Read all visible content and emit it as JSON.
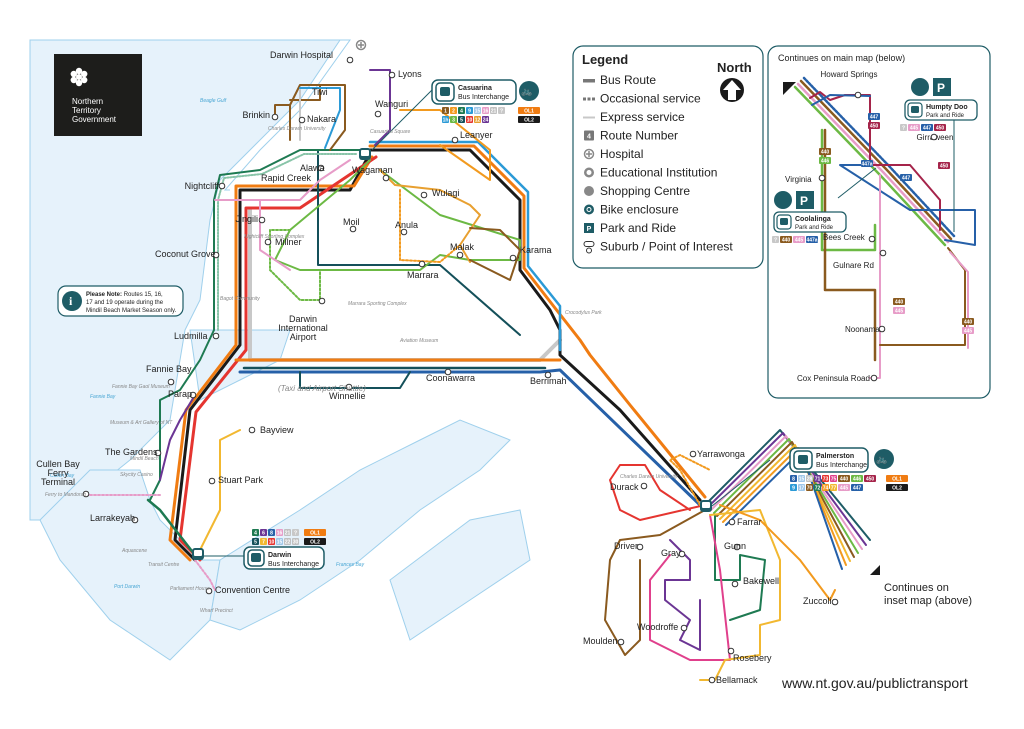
{
  "logo": {
    "line1": "Northern",
    "line2": "Territory",
    "line3": "Government"
  },
  "legend": {
    "title": "Legend",
    "north_label": "North",
    "items": [
      {
        "icon": "bus-route-line",
        "label": "Bus Route"
      },
      {
        "icon": "occasional-service-dots",
        "label": "Occasional service"
      },
      {
        "icon": "express-service-line",
        "label": "Express service"
      },
      {
        "icon": "route-number-badge",
        "label": "Route Number",
        "badge": "4"
      },
      {
        "icon": "hospital-icon",
        "label": "Hospital"
      },
      {
        "icon": "education-icon",
        "label": "Educational Institution"
      },
      {
        "icon": "shopping-icon",
        "label": "Shopping Centre"
      },
      {
        "icon": "bike-enclosure-icon",
        "label": "Bike enclosure"
      },
      {
        "icon": "park-and-ride-icon",
        "label": "Park and Ride",
        "badge": "P"
      },
      {
        "icon": "suburb-stop-icon",
        "label": "Suburb / Point of Interest"
      }
    ]
  },
  "inset": {
    "title": "Continues on main map (below)",
    "places": [
      "Howard Springs",
      "Girraween",
      "Virginia",
      "Bees Creek",
      "Gulnare Rd",
      "Noonamah",
      "Cox Peninsula Road"
    ],
    "humpty_doo": {
      "name": "Humpty Doo",
      "sub": "Park and Ride",
      "routes": [
        "?",
        "445",
        "447",
        "450"
      ]
    },
    "coolalinga": {
      "name": "Coolalinga",
      "sub": "Park and Ride",
      "routes": [
        "?",
        "440",
        "445",
        "447a"
      ]
    },
    "route_labels": {
      "r447": "447",
      "r450": "450",
      "r440": "440",
      "r445": "445",
      "r447a": "447a",
      "r446": "446"
    }
  },
  "interchanges": {
    "casuarina": {
      "name": "Casuarina",
      "sub": "Bus Interchange",
      "routes_row1": [
        "1",
        "2",
        "4",
        "9",
        "15",
        "16",
        "21",
        "?"
      ],
      "routes_row2": [
        "1h",
        "3",
        "5",
        "10",
        "12",
        "24"
      ],
      "express": [
        "OL1",
        "OL2"
      ]
    },
    "darwin": {
      "name": "Darwin",
      "sub": "Bus Interchange",
      "routes_row1": [
        "4",
        "6",
        "8",
        "16",
        "21",
        "?"
      ],
      "routes_row2": [
        "5",
        "7",
        "10",
        "15",
        "22",
        "30"
      ],
      "express": [
        "OL1",
        "OL2"
      ]
    },
    "palmerston": {
      "name": "Palmerston",
      "sub": "Bus Interchange",
      "routes_row1": [
        "8",
        "15",
        "28",
        "71",
        "73",
        "75",
        "440",
        "446",
        "450"
      ],
      "routes_row2": [
        "9",
        "17",
        "70",
        "72",
        "74",
        "77",
        "445",
        "447"
      ],
      "express": [
        "OL1",
        "OL2"
      ]
    }
  },
  "note": {
    "title": "Please Note:",
    "text_line1": "Routes 15, 16,",
    "text_line2": "17 and 19 operate during the",
    "text_line3": "Mindil Beach Market Season only."
  },
  "suburbs": {
    "darwin_hospital": "Darwin Hospital",
    "lyons": "Lyons",
    "tiwi": "Tiwi",
    "brinkin": "Brinkin",
    "nakara": "Nakara",
    "wanguri": "Wanguri",
    "leanyer": "Leanyer",
    "nightcliff": "Nightcliff",
    "rapid_creek": "Rapid Creek",
    "alawa": "Alawa",
    "wagaman": "Wagaman",
    "wulagi": "Wulagi",
    "jingili": "Jingili",
    "moil": "Moil",
    "anula": "Anula",
    "malak": "Malak",
    "karama": "Karama",
    "marrara": "Marrara",
    "millner": "Millner",
    "coconut_grove": "Coconut Grove",
    "airport_1": "Darwin",
    "airport_2": "International",
    "airport_3": "Airport",
    "airport_4": "(Taxi and Airport Shuttle)",
    "ludmilla": "Ludmilla",
    "fannie_bay": "Fannie Bay",
    "parap": "Parap",
    "winnellie": "Winnellie",
    "coonawarra": "Coonawarra",
    "berrimah": "Berrimah",
    "the_gardens": "The Gardens",
    "cullen_bay_1": "Cullen Bay",
    "cullen_bay_2": "Ferry",
    "cullen_bay_3": "Terminal",
    "bayview": "Bayview",
    "stuart_park": "Stuart Park",
    "larrakeyah": "Larrakeyah",
    "convention_centre": "Convention Centre",
    "yarrawonga": "Yarrawonga",
    "durack": "Durack",
    "farrar": "Farrar",
    "driver": "Driver",
    "gray": "Gray",
    "gunn": "Gunn",
    "bakewell": "Bakewell",
    "woodroffe": "Woodroffe",
    "moulden": "Moulden",
    "rosebery": "Rosebery",
    "bellamack": "Bellamack",
    "zuccoli": "Zuccoli"
  },
  "pois": {
    "cdu": "Charles Darwin University",
    "casuarina_square": "Casuarina Square",
    "nightcliff_sporting": "Nightcliff Sporting Complex",
    "bagot": "Bagot Community",
    "marrara_sporting": "Marrara Sporting Complex",
    "aviation_museum": "Aviation Museum",
    "crocodylus": "Crocodylus Park",
    "fannie_bay_gaol": "Fannie Bay Gaol Museum",
    "museum_art": "Museum & Art Gallery of NT",
    "mindil_beach": "Mindil Beach",
    "skycity": "Skycity Casino",
    "aquascene": "Aquascene",
    "transit_centre": "Transit Centre",
    "parliament": "Parliament House",
    "wharf": "Wharf Precinct",
    "cdu_palmerston": "Charles Darwin University",
    "ferry_mandorah": "Ferry to Mandorah"
  },
  "water": {
    "beagle_gulf": "Beagle Gulf",
    "fannie_bay": "Fannie Bay",
    "cullen_bay": "Cullen Bay",
    "port_darwin": "Port Darwin",
    "frances_bay": "Frances Bay"
  },
  "continues_note": {
    "line1": "Continues on",
    "line2": "inset map (above)"
  },
  "website": "www.nt.gov.au/publictransport",
  "colors": {
    "water": "#e6f2fb",
    "land_outline": "#9fd0ec",
    "r1": "#8a5a1f",
    "r2": "#f29a1f",
    "r3": "#6cb944",
    "r4": "#1e7a52",
    "r5": "#14505a",
    "r6": "#6b3594",
    "r8": "#2660a8",
    "r9": "#2b9ad6",
    "r10": "#e53530",
    "r12": "#e8a030",
    "r14": "#e79cc8",
    "r24": "#6b3594",
    "ol1": "#f07c12",
    "ol2": "#1a1a1a",
    "teal": "#1e5c66",
    "grey": "#b8b8b8"
  }
}
